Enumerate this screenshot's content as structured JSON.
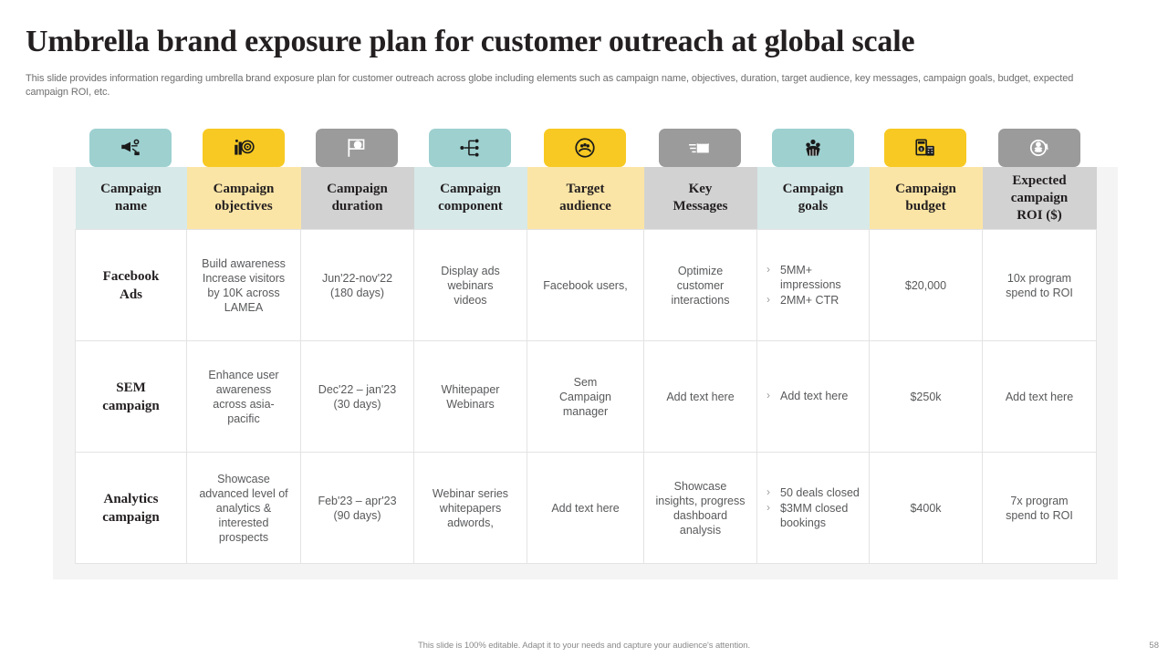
{
  "slide": {
    "title": "Umbrella brand exposure plan for customer outreach at global scale",
    "subtitle": "This slide provides information regarding umbrella brand exposure plan for customer outreach across globe including elements such as campaign name, objectives, duration, target audience, key messages, campaign goals, budget, expected campaign ROI, etc.",
    "footer_note": "This slide is 100% editable.  Adapt it to your needs and capture your audience's attention.",
    "page_number": "58"
  },
  "palette": {
    "tile_teal": "#9ed0d0",
    "tile_yellow": "#f7c922",
    "tile_gray": "#9b9b9b",
    "header_teal": "#d7e9e9",
    "header_yellow": "#fbe5a6",
    "header_gray": "#d2d2d2",
    "panel_bg": "#f4f4f4",
    "text_dark": "#231f20",
    "text_body": "#58595b"
  },
  "columns": [
    {
      "label": "Campaign\nname",
      "icon": "megaphone-icon",
      "tile_color": "#9ed0d0",
      "header_color": "#d7e9e9",
      "width": 122
    },
    {
      "label": "Campaign\nobjectives",
      "icon": "target-hand-icon",
      "tile_color": "#f7c922",
      "header_color": "#fbe5a6",
      "width": 125
    },
    {
      "label": "Campaign\nduration",
      "icon": "clock-sign-icon",
      "tile_color": "#9b9b9b",
      "header_color": "#d2d2d2",
      "width": 124
    },
    {
      "label": "Campaign\ncomponent",
      "icon": "node-tree-icon",
      "tile_color": "#9ed0d0",
      "header_color": "#d7e9e9",
      "width": 124
    },
    {
      "label": "Target\naudience",
      "icon": "audience-icon",
      "tile_color": "#f7c922",
      "header_color": "#fbe5a6",
      "width": 128
    },
    {
      "label": "Key\nMessages",
      "icon": "mail-send-icon",
      "tile_color": "#9b9b9b",
      "header_color": "#d2d2d2",
      "width": 124
    },
    {
      "label": "Campaign\ngoals",
      "icon": "goal-group-icon",
      "tile_color": "#9ed0d0",
      "header_color": "#d7e9e9",
      "width": 123
    },
    {
      "label": "Campaign\nbudget",
      "icon": "budget-calc-icon",
      "tile_color": "#f7c922",
      "header_color": "#fbe5a6",
      "width": 124
    },
    {
      "label": "Expected\ncampaign\nROI ($)",
      "icon": "roi-coin-icon",
      "tile_color": "#9b9b9b",
      "header_color": "#d2d2d2",
      "width": 125
    }
  ],
  "rows": [
    {
      "name": "Facebook\nAds",
      "objectives": "Build awareness\nIncrease visitors\nby 10K across\nLAMEA",
      "duration": "Jun'22-nov'22\n(180 days)",
      "component": "Display ads\nwebinars\nvideos",
      "audience": "Facebook users,",
      "messages": "Optimize\ncustomer\ninteractions",
      "goals": [
        "5MM+ impressions",
        "2MM+  CTR"
      ],
      "budget": "$20,000",
      "roi": "10x program\nspend to ROI"
    },
    {
      "name": "SEM\ncampaign",
      "objectives": "Enhance user\nawareness\nacross asia-\npacific",
      "duration": "Dec'22 – jan'23\n(30 days)",
      "component": "Whitepaper\nWebinars",
      "audience": "Sem\nCampaign\nmanager",
      "messages": "Add text here",
      "goals": [
        "Add text here"
      ],
      "budget": "$250k",
      "roi": "Add text here"
    },
    {
      "name": "Analytics\ncampaign",
      "objectives": "Showcase\nadvanced  level  of\nanalytics &\ninterested\nprospects",
      "duration": "Feb'23 – apr'23\n(90 days)",
      "component": "Webinar series\nwhitepapers\nadwords,",
      "audience": "Add text here",
      "messages": "Showcase\ninsights, progress\ndashboard\nanalysis",
      "goals": [
        "50 deals closed",
        "$3MM closed bookings"
      ],
      "budget": "$400k",
      "roi": "7x program\nspend to ROI"
    }
  ]
}
